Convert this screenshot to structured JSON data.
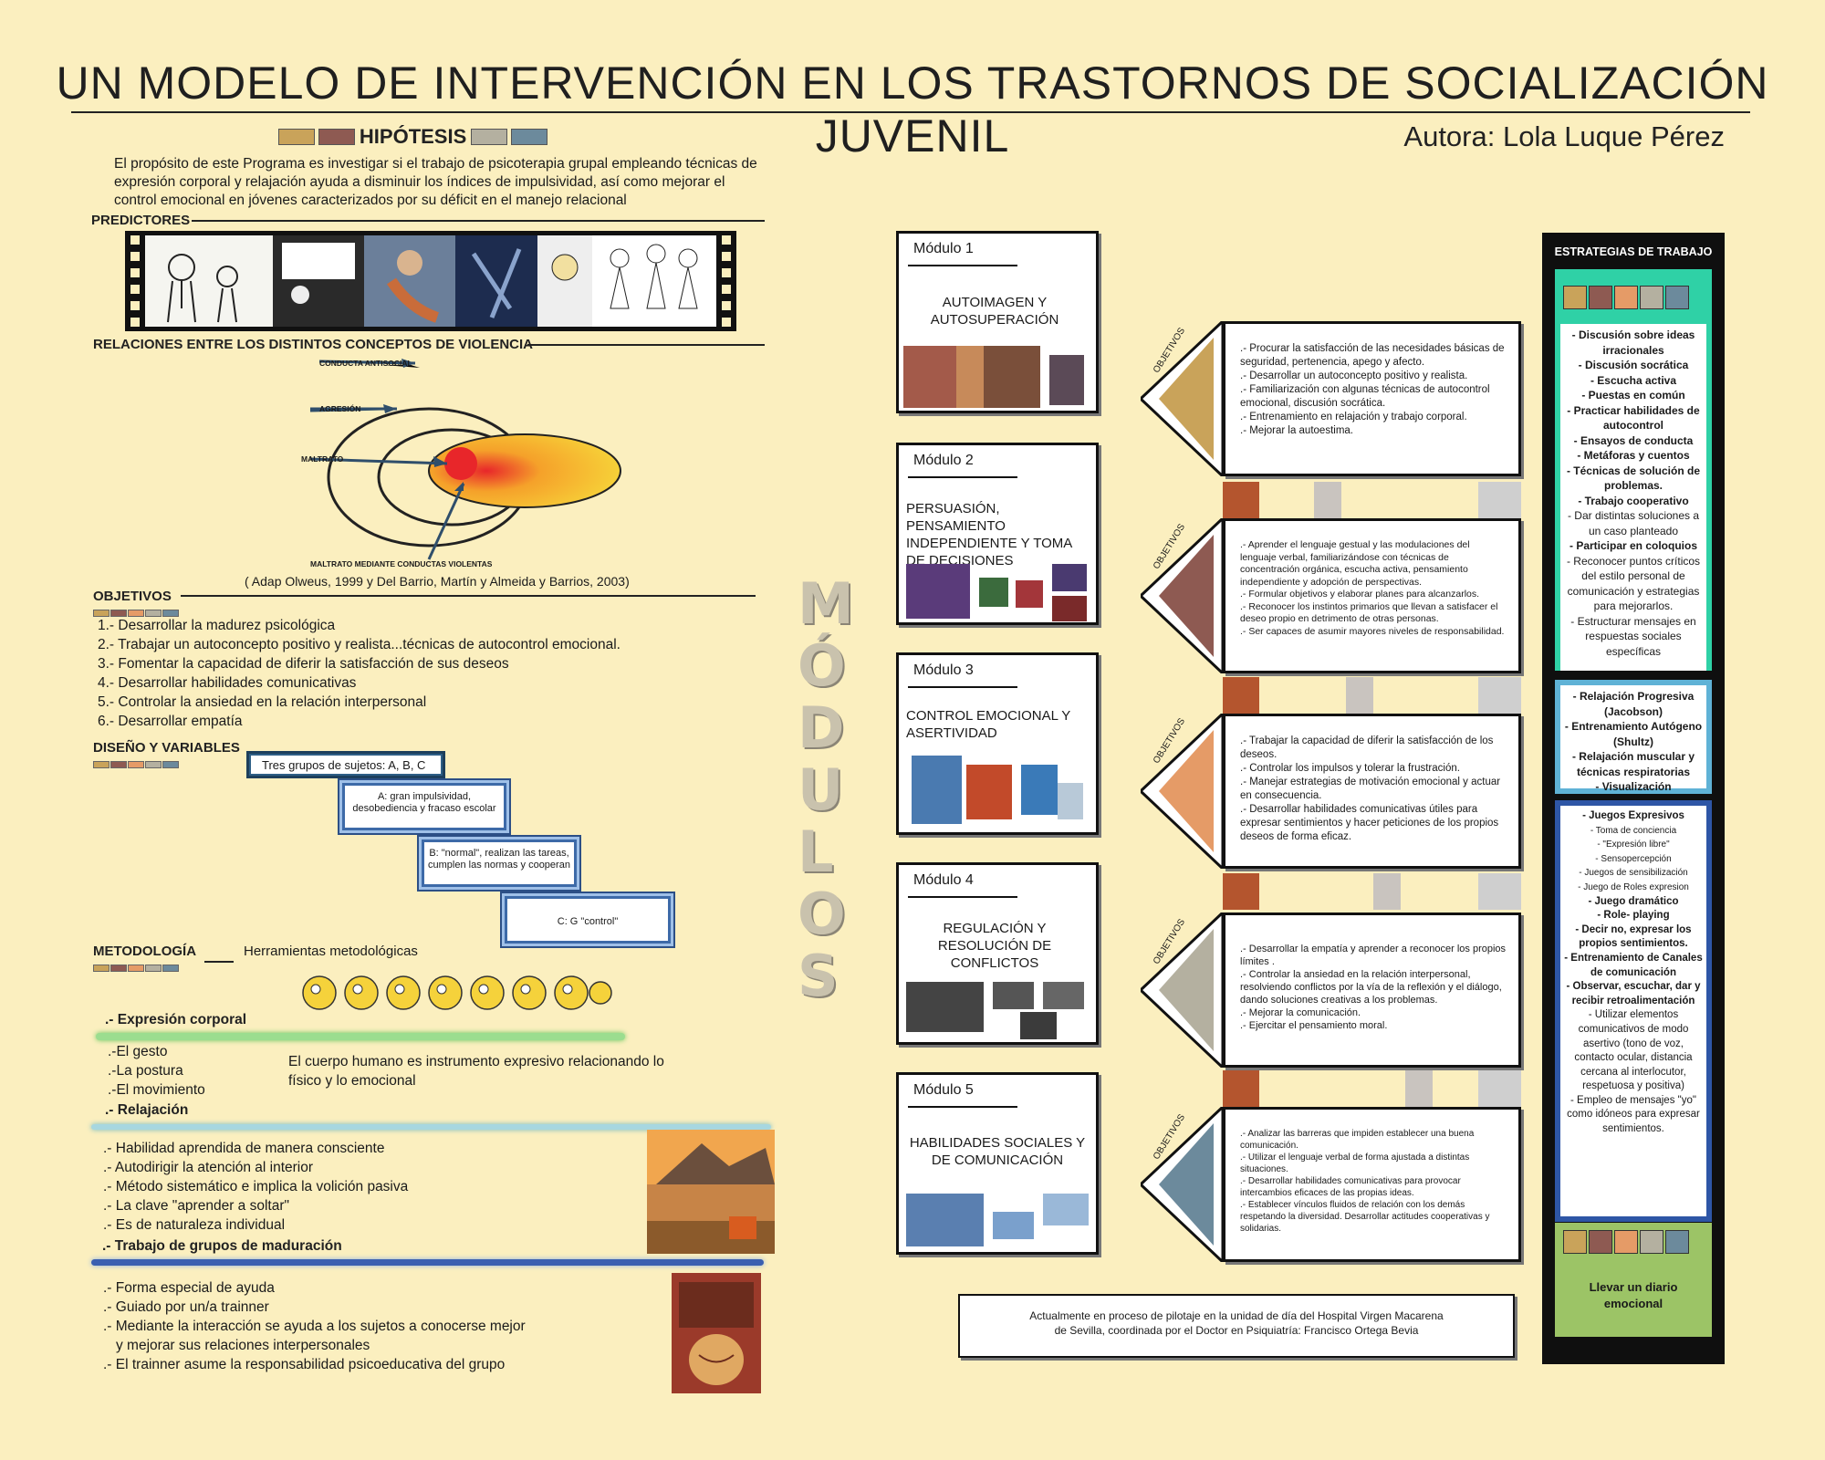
{
  "header": {
    "title": "UN MODELO DE INTERVENCIÓN EN LOS TRASTORNOS DE SOCIALIZACIÓN JUVENIL",
    "author": "Autora: Lola Luque Pérez"
  },
  "colors": {
    "background": "#fbefbf",
    "sw1": "#c9a35a",
    "sw2": "#8e5a52",
    "sw3": "#e59b67",
    "sw4": "#b4b0a0",
    "sw5": "#6c8a9c"
  },
  "hypothesis": {
    "heading": "HIPÓTESIS",
    "text": "El propósito de este Programa es investigar si el trabajo de psicoterapia grupal empleando técnicas de expresión corporal y relajación ayuda a disminuir los índices de impulsividad, así como mejorar el control emocional en jóvenes caracterizados por su déficit en el manejo relacional"
  },
  "predictors": {
    "heading": "PREDICTORES"
  },
  "violence": {
    "heading": "RELACIONES ENTRE LOS DISTINTOS CONCEPTOS DE VIOLENCIA",
    "labels": [
      "CONDUCTA ANTISOCIAL",
      "AGRESIÓN",
      "MALTRATO",
      "MALTRATO MEDIANTE CONDUCTAS VIOLENTAS"
    ],
    "citation": "( Adap Olweus, 1999 y Del Barrio, Martín y Almeida y Barrios, 2003)"
  },
  "objectives": {
    "heading": "OBJETIVOS",
    "items": [
      "1.- Desarrollar la madurez psicológica",
      "2.- Trabajar un autoconcepto positivo y realista...técnicas de autocontrol emocional.",
      "3.- Fomentar la capacidad de diferir la satisfacción de sus deseos",
      "4.- Desarrollar habilidades comunicativas",
      "5.- Controlar la ansiedad en la relación interpersonal",
      "6.- Desarrollar empatía"
    ]
  },
  "design": {
    "heading": "DISEÑO Y VARIABLES",
    "groups_header": "Tres grupos de sujetos: A, B, C",
    "group_a": "A: gran impulsividad, desobediencia y fracaso escolar",
    "group_b": "B: \"normal\", realizan las tareas, cumplen las normas y cooperan",
    "group_c": "C: G \"control\""
  },
  "methodology": {
    "heading": "METODOLOGÍA",
    "tools": "Herramientas metodológicas",
    "body_expr": {
      "heading": ".- Expresión corporal",
      "items": [
        ".-El gesto",
        ".-La postura",
        ".-El movimiento"
      ],
      "note": "El cuerpo humano es instrumento expresivo relacionando lo físico y lo emocional"
    },
    "relax": {
      "heading": ".- Relajación",
      "items": [
        ".- Habilidad aprendida de manera consciente",
        ".- Autodirigir la atención al interior",
        ".- Método sistemático e implica la volición pasiva",
        ".- La clave \"aprender a soltar\"",
        ".- Es de naturaleza individual"
      ]
    },
    "groups": {
      "heading": ".- Trabajo de grupos de maduración",
      "items": [
        ".- Forma especial de ayuda",
        ".- Guiado por un/a trainner",
        ".- Mediante la interacción se ayuda a los sujetos a conocerse mejor",
        "y mejorar sus relaciones interpersonales",
        ".- El trainner asume la responsabilidad psicoeducativa del grupo"
      ]
    }
  },
  "modulos_label": [
    "M",
    "Ó",
    "D",
    "U",
    "L",
    "O",
    "S"
  ],
  "modules": [
    {
      "label": "Módulo 1",
      "name": "AUTOIMAGEN Y AUTOSUPERACIÓN",
      "obj_label": "OBJETIVOS",
      "color": "#c9a35a",
      "objectives": [
        ".- Procurar la satisfacción de las necesidades básicas de seguridad, pertenencia, apego y afecto.",
        ".- Desarrollar un autoconcepto positivo y realista.",
        ".- Familiarización con algunas técnicas de autocontrol emocional, discusión socrática.",
        ".- Entrenamiento en relajación y trabajo corporal.",
        ".- Mejorar la autoestima."
      ]
    },
    {
      "label": "Módulo 2",
      "name": "PERSUASIÓN, PENSAMIENTO INDEPENDIENTE Y TOMA DE DECISIONES",
      "obj_label": "OBJETIVOS",
      "color": "#8e5a52",
      "objectives": [
        ".- Aprender el lenguaje gestual y las modulaciones del lenguaje verbal, familiarizándose con técnicas de concentración orgánica, escucha activa, pensamiento independiente y adopción de perspectivas.",
        ".- Formular objetivos y elaborar planes para alcanzarlos.",
        ".- Reconocer los instintos primarios que llevan a satisfacer el deseo propio en detrimento de otras personas.",
        ".- Ser capaces de asumir mayores niveles de responsabilidad."
      ]
    },
    {
      "label": "Módulo 3",
      "name": "CONTROL EMOCIONAL Y ASERTIVIDAD",
      "obj_label": "OBJETIVOS",
      "color": "#e59b67",
      "objectives": [
        ".- Trabajar la capacidad de diferir la satisfacción de los deseos.",
        ".- Controlar los impulsos y tolerar la frustración.",
        ".- Manejar estrategias de motivación emocional y actuar en consecuencia.",
        ".- Desarrollar habilidades comunicativas útiles para expresar sentimientos y hacer peticiones de los propios deseos de forma eficaz."
      ]
    },
    {
      "label": "Módulo 4",
      "name": "REGULACIÓN Y RESOLUCIÓN DE CONFLICTOS",
      "obj_label": "OBJETIVOS",
      "color": "#b4b0a0",
      "objectives": [
        ".- Desarrollar la empatía y aprender a reconocer los propios límites .",
        ".- Controlar la ansiedad en la relación interpersonal, resolviendo conflictos por la vía de la reflexión y el diálogo, dando soluciones creativas a los problemas.",
        ".- Mejorar la comunicación.",
        ".- Ejercitar el pensamiento moral."
      ]
    },
    {
      "label": "Módulo 5",
      "name": "HABILIDADES SOCIALES Y DE COMUNICACIÓN",
      "obj_label": "OBJETIVOS",
      "color": "#6c8a9c",
      "objectives": [
        ".- Analizar las barreras que impiden establecer una buena comunicación.",
        ".- Utilizar el lenguaje verbal de forma ajustada a distintas situaciones.",
        ".- Desarrollar habilidades comunicativas para provocar intercambios eficaces de las propias ideas.",
        ".- Establecer vínculos fluidos de relación con los demás respetando la diversidad. Desarrollar actitudes cooperativas y solidarias."
      ]
    }
  ],
  "strategies": {
    "heading": "ESTRATEGIAS DE TRABAJO",
    "section1": [
      "- Discusión sobre ideas irracionales",
      "- Discusión socrática",
      "- Escucha activa",
      "- Puestas en común",
      "- Practicar habilidades de autocontrol",
      "- Ensayos de conducta",
      "- Metáforas y cuentos",
      "- Técnicas de solución de problemas.",
      "- Trabajo cooperativo",
      "- Dar distintas soluciones a un caso planteado",
      "- Participar en coloquios",
      "- Reconocer puntos críticos del estilo personal de comunicación y estrategias para mejorarlos.",
      "- Estructurar mensajes en respuestas sociales específicas"
    ],
    "section2": [
      "- Relajación Progresiva (Jacobson)",
      "- Entrenamiento Autógeno (Shultz)",
      "- Relajación muscular y técnicas respiratorias",
      "- Visualización"
    ],
    "section3": [
      "- Juegos Expresivos",
      "- Toma de conciencia",
      "- \"Expresión libre\"",
      "- Sensopercepción",
      "- Juegos de sensibilización",
      "- Juego de Roles expresion",
      "- Juego dramático",
      "- Role- playing",
      "- Decir no, expresar los propios sentimientos.",
      "- Entrenamiento de Canales de comunicación",
      "- Observar, escuchar, dar y recibir retroalimentación",
      "- Utilizar elementos comunicativos de modo asertivo (tono de voz, contacto ocular, distancia cercana al interlocutor, respetuosa y positiva)",
      "- Empleo de mensajes \"yo\" como idóneos para expresar sentimientos."
    ],
    "footer": "Llevar un diario emocional"
  },
  "footer": {
    "line1": "Actualmente en proceso de pilotaje en la unidad de día del Hospital Virgen Macarena",
    "line2": "de Sevilla, coordinada por el Doctor en Psiquiatría: Francisco Ortega Bevia"
  }
}
